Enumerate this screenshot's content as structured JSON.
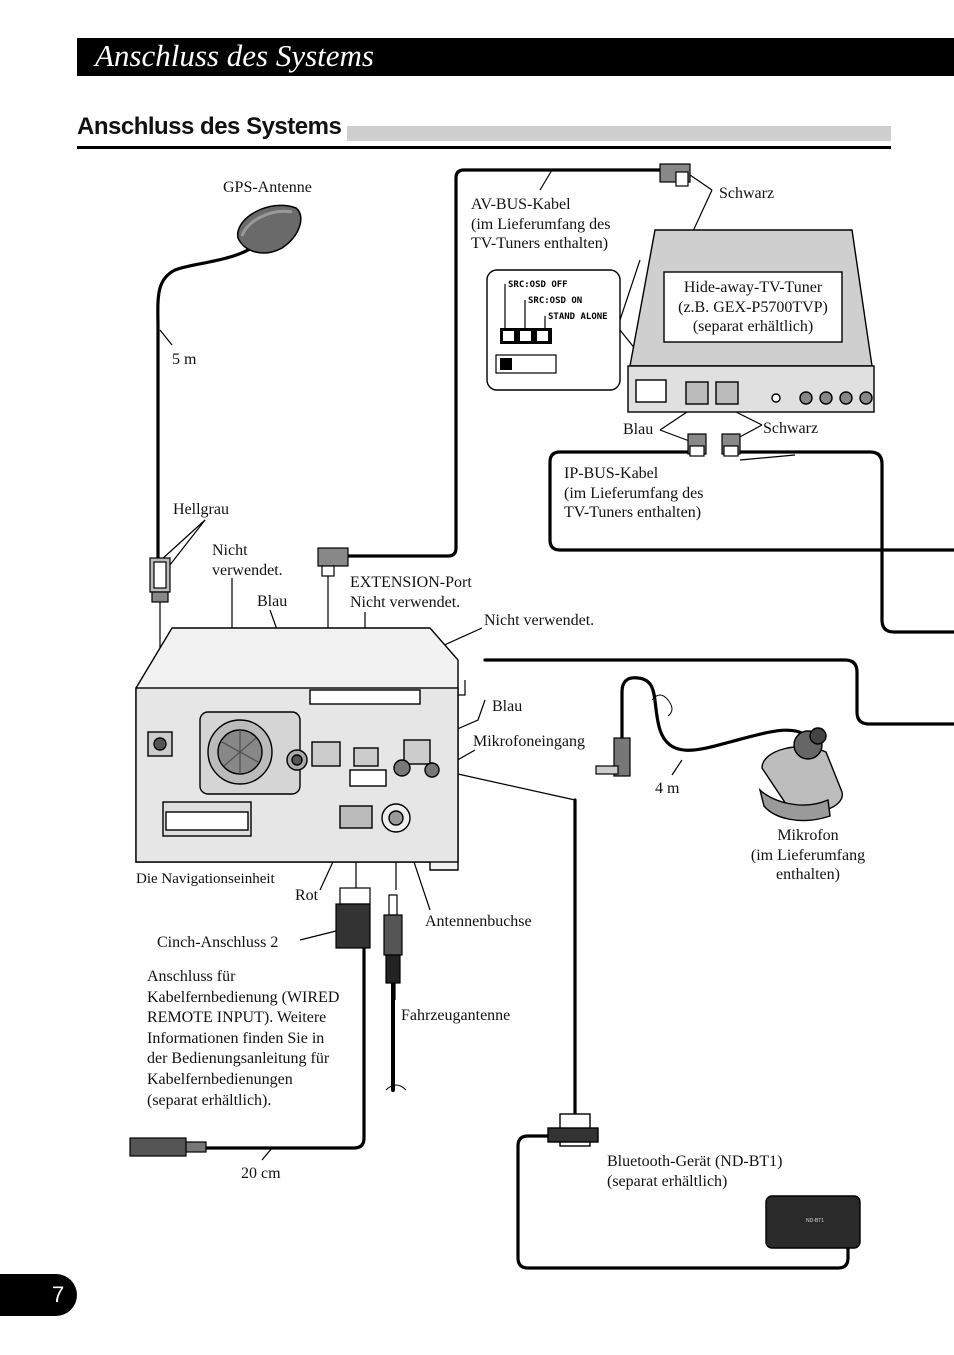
{
  "header": {
    "title": "Anschluss des Systems"
  },
  "section": {
    "heading": "Anschluss des Systems"
  },
  "labels": {
    "gps_antenna": "GPS-Antenne",
    "gps_length": "5 m",
    "light_grey": "Hellgrau",
    "not_used_1": "Nicht\nverwendet.",
    "blue_1": "Blau",
    "extension_port": "EXTENSION-Port\nNicht verwendet.",
    "not_used_2": "Nicht verwendet.",
    "blue_2": "Blau",
    "mic_input": "Mikrofoneingang",
    "av_bus": "AV-BUS-Kabel\n(im Lieferumfang des\nTV-Tuners enthalten)",
    "black_1": "Schwarz",
    "tv_tuner": "Hide-away-TV-Tuner\n(z.B. GEX-P5700TVP)\n(separat erhältlich)",
    "blue_3": "Blau",
    "black_2": "Schwarz",
    "ip_bus": "IP-BUS-Kabel\n(im Lieferumfang des\nTV-Tuners enthalten)",
    "mic_length": "4 m",
    "microphone": "Mikrofon\n(im Lieferumfang\nenthalten)",
    "nav_unit": "Die Navigationseinheit",
    "red": "Rot",
    "antenna_jack": "Antennenbuchse",
    "rca_2": "Cinch-Anschluss 2",
    "wired_remote": "Anschluss für\nKabelfernbedienung (WIRED\nREMOTE INPUT). Weitere\nInformationen finden Sie in\nder Bedienungsanleitung für\nKabelfernbedienungen\n(separat erhältlich).",
    "vehicle_antenna": "Fahrzeugantenne",
    "cable_20cm": "20 cm",
    "bluetooth": "Bluetooth-Gerät (ND-BT1)\n(separat erhältlich)"
  },
  "dip_switch": {
    "opt1": "SRC:OSD OFF",
    "opt2": "SRC:OSD ON",
    "opt3": "STAND ALONE"
  },
  "page": {
    "number": "7"
  }
}
